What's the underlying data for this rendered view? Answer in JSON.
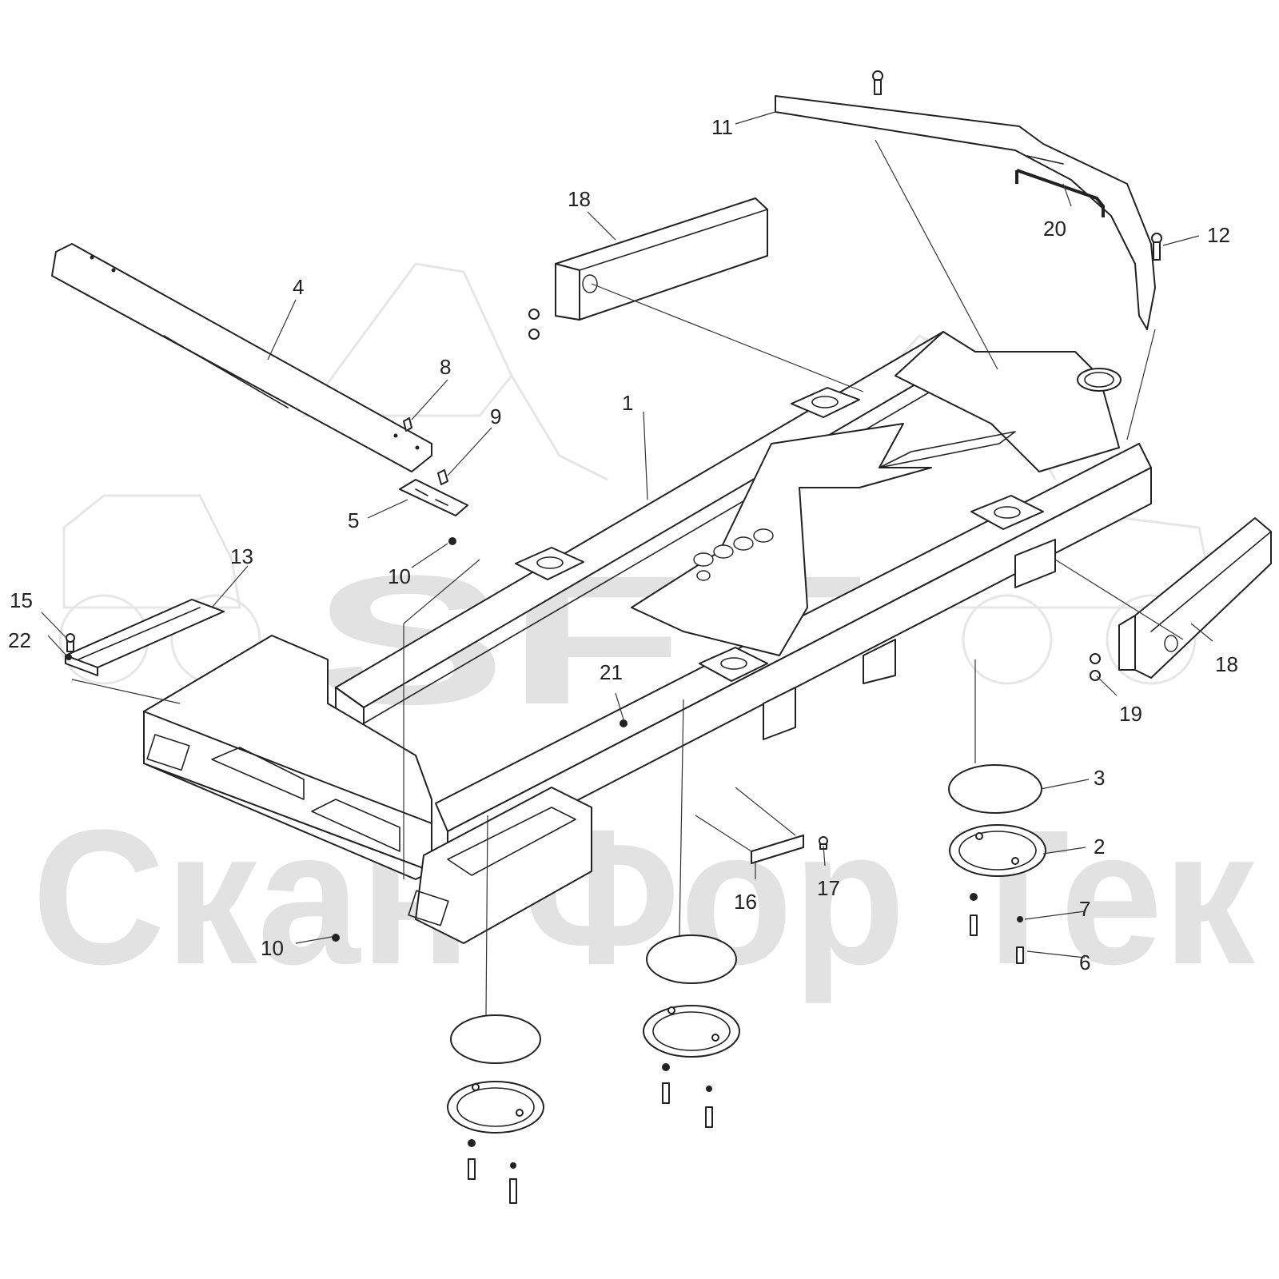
{
  "watermark": {
    "logo_text": "SFT",
    "brand_text": "Скан Фор Тек"
  },
  "callouts": [
    {
      "id": "c1",
      "label": "1"
    },
    {
      "id": "c2",
      "label": "2"
    },
    {
      "id": "c3",
      "label": "3"
    },
    {
      "id": "c4",
      "label": "4"
    },
    {
      "id": "c5",
      "label": "5"
    },
    {
      "id": "c6",
      "label": "6"
    },
    {
      "id": "c7",
      "label": "7"
    },
    {
      "id": "c8",
      "label": "8"
    },
    {
      "id": "c9",
      "label": "9"
    },
    {
      "id": "c10a",
      "label": "10"
    },
    {
      "id": "c10b",
      "label": "10"
    },
    {
      "id": "c11",
      "label": "11"
    },
    {
      "id": "c12",
      "label": "12"
    },
    {
      "id": "c13",
      "label": "13"
    },
    {
      "id": "c15",
      "label": "15"
    },
    {
      "id": "c16",
      "label": "16"
    },
    {
      "id": "c17",
      "label": "17"
    },
    {
      "id": "c18a",
      "label": "18"
    },
    {
      "id": "c18b",
      "label": "18"
    },
    {
      "id": "c19",
      "label": "19"
    },
    {
      "id": "c20",
      "label": "20"
    },
    {
      "id": "c21",
      "label": "21"
    },
    {
      "id": "c22",
      "label": "22"
    }
  ],
  "colors": {
    "line": "#222222",
    "watermark": "#e2e2e2",
    "background": "#ffffff"
  }
}
